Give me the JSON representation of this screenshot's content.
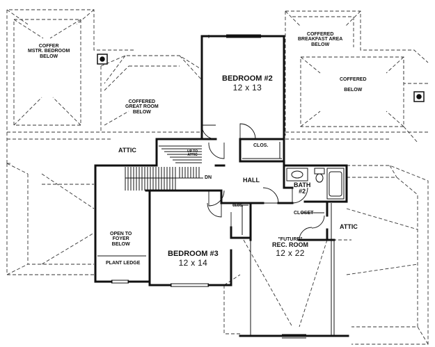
{
  "plan": {
    "labels": {
      "coffer_master": [
        "COFFER",
        "MSTR. BEDROOM",
        "BELOW"
      ],
      "coffered_great_room": [
        "COFFERED",
        "GREAT ROOM",
        "BELOW"
      ],
      "coffered_breakfast": [
        "COFFERED",
        "BREAKFAST AREA",
        "BELOW"
      ],
      "coffered_right": [
        "COFFERED",
        "BELOW"
      ],
      "attic_left": "ATTIC",
      "up_to_attic": [
        "UP TO",
        "ATTIC"
      ],
      "dn": "DN",
      "hall": "HALL",
      "clos_bed2": "CLOS.",
      "clos_bed3": "CLOS.",
      "closet": "CLOSET",
      "bath_name": "BATH",
      "bath_num": "#2",
      "attic_right": "ATTIC",
      "open_to_foyer": [
        "OPEN TO",
        "FOYER",
        "BELOW"
      ],
      "plant_ledge": "PLANT LEDGE",
      "bedroom2_name": "BEDROOM #2",
      "bedroom2_size": "12 x 13",
      "bedroom3_name": "BEDROOM #3",
      "bedroom3_size": "12 x 14",
      "rec_name": "\"FUTURE\"",
      "rec_name2": "REC. ROOM",
      "rec_size": "12 x 22"
    }
  }
}
